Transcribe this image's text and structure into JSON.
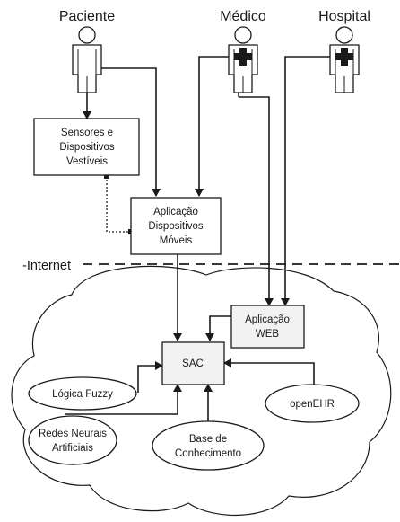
{
  "actors": {
    "patient": "Paciente",
    "doctor": "Médico",
    "hospital": "Hospital"
  },
  "nodes": {
    "sensors": [
      "Sensores e",
      "Dispositivos",
      "Vestíveis"
    ],
    "mobile_app": [
      "Aplicação",
      "Dispositivos",
      "Móveis"
    ],
    "web_app": [
      "Aplicação",
      "WEB"
    ],
    "sac": "SAC",
    "fuzzy": "Lógica Fuzzy",
    "neural": [
      "Redes Neurais",
      "Artificiais"
    ],
    "knowledge_base": [
      "Base de",
      "Conhecimento"
    ],
    "openehr": "openEHR"
  },
  "internet_label": "-Internet",
  "colors": {
    "stroke": "#1a1a1a",
    "box_fill": "#ffffff",
    "web_box_fill": "#f2f2f2",
    "cross": "#1a1a1a"
  }
}
